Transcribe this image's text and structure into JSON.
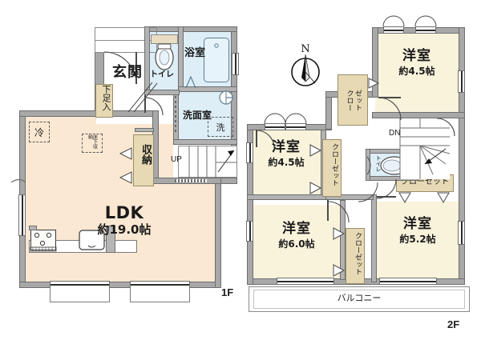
{
  "plan": {
    "floor1_tag": "1F",
    "floor2_tag": "2F",
    "compass_label": "N"
  },
  "floor1": {
    "rooms": [
      {
        "name": "ldk",
        "label": "LDK",
        "area": "約19.0帖"
      },
      {
        "name": "genkan",
        "label": "玄関"
      },
      {
        "name": "toilet",
        "label": "トイレ"
      },
      {
        "name": "bath",
        "label": "浴室"
      },
      {
        "name": "washroom",
        "label": "洗面室"
      }
    ],
    "storage": [
      {
        "name": "shoe-cabinet",
        "label": "下足入"
      },
      {
        "name": "closet-hall",
        "label": "収納"
      },
      {
        "name": "underfloor",
        "label": "床下収納"
      }
    ],
    "appliances": [
      {
        "name": "fridge",
        "label": "冷"
      },
      {
        "name": "washer",
        "label": "洗"
      }
    ],
    "stairs": {
      "name": "stairs-up",
      "label": "UP"
    }
  },
  "floor2": {
    "rooms": [
      {
        "name": "bedroom-ne",
        "label": "洋室",
        "area": "約4.5帖"
      },
      {
        "name": "bedroom-w",
        "label": "洋室",
        "area": "約4.5帖"
      },
      {
        "name": "bedroom-sw",
        "label": "洋室",
        "area": "約6.0帖"
      },
      {
        "name": "bedroom-se",
        "label": "洋室",
        "area": "約5.2帖"
      }
    ],
    "closets": [
      {
        "name": "closet-hall-2f",
        "label_a": "ゼット",
        "label_b": "クロー"
      },
      {
        "name": "closet-bedroom-w",
        "label": "クローゼット"
      },
      {
        "name": "closet-bedroom-sw",
        "label": "クローゼット"
      },
      {
        "name": "closet-bedroom-se",
        "label": "クローゼット"
      }
    ],
    "toilet": {
      "name": "toilet-2f",
      "label": "トイレ"
    },
    "balcony": {
      "name": "balcony",
      "label": "バルコニー"
    },
    "stairs": {
      "name": "stairs-down",
      "label": "DN"
    }
  },
  "colors": {
    "wall": "#a8a8a8",
    "wall_line": "#6e6e6e",
    "ldk_floor": "#fbe8d2",
    "room_floor": "#f9f3dc",
    "wet_floor": "#ddeef7",
    "closet_floor": "#e6d9b4"
  }
}
